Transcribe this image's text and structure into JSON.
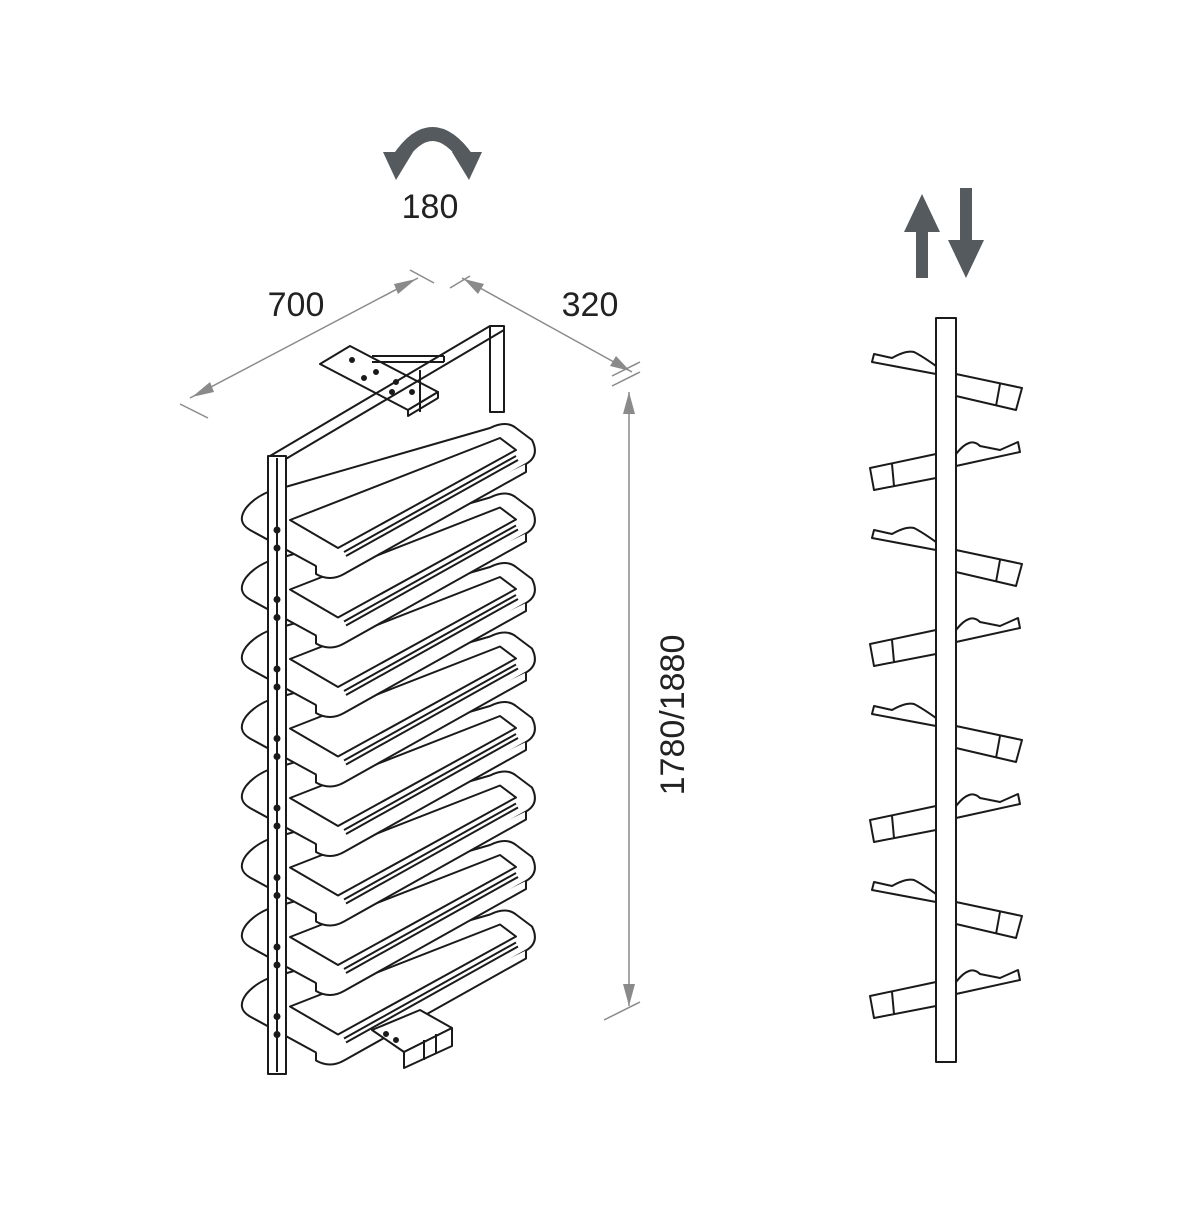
{
  "rotation": {
    "label": "180",
    "icon": "rotate-arrows-icon"
  },
  "dimensions": {
    "width_label": "700",
    "depth_label": "320",
    "height_label": "1780/1880"
  },
  "motion": {
    "icon": "up-down-arrows-icon"
  },
  "product": {
    "shelf_count": 8
  },
  "colors": {
    "line": "#1a1a1a",
    "dimension": "#8a8a8a",
    "arrow": "#555a5f"
  }
}
